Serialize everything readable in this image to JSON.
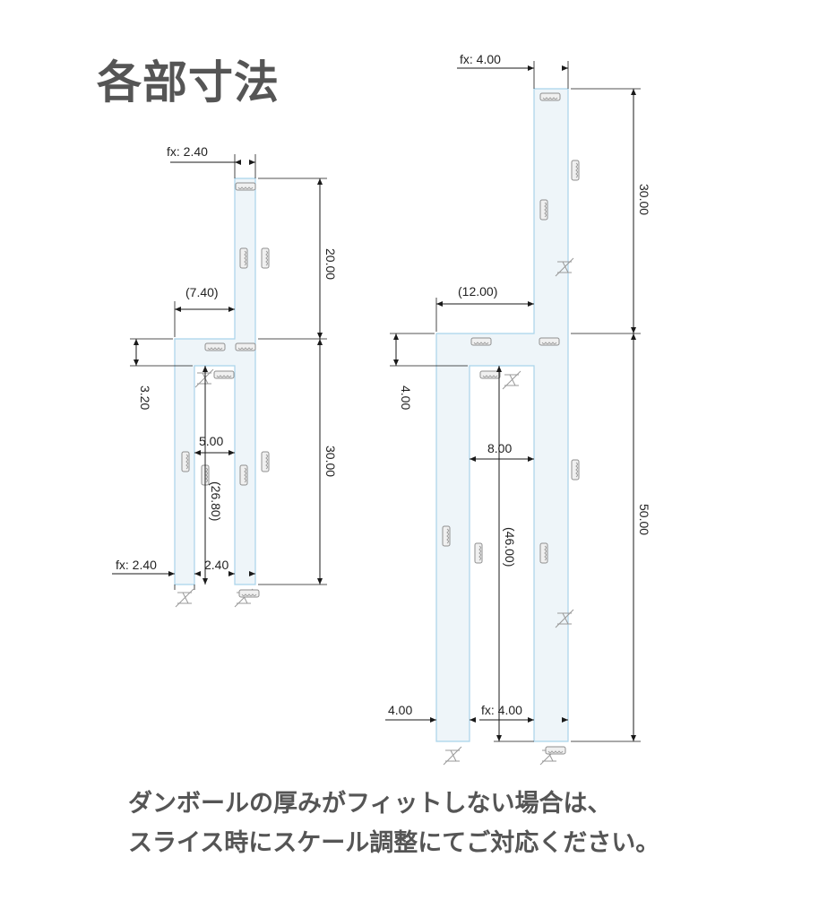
{
  "title": "各部寸法",
  "note": {
    "line1": "ダンボールの厚みがフィットしない場合は、",
    "line2": "スライス時にスケール調整にてご対応ください。"
  },
  "left_part": {
    "top_width": "fx: 2.40",
    "top_height": "20.00",
    "step": "(7.40)",
    "crossbar": "3.20",
    "gap": "5.00",
    "inner_height": "(26.80)",
    "leg_height": "30.00",
    "leg_left": "fx: 2.40",
    "leg_right": "2.40"
  },
  "right_part": {
    "top_width": "fx: 4.00",
    "top_height": "30.00",
    "step": "(12.00)",
    "crossbar": "4.00",
    "gap": "8.00",
    "inner_height": "(46.00)",
    "leg_height": "50.00",
    "leg_left": "4.00",
    "leg_right": "fx: 4.00"
  }
}
